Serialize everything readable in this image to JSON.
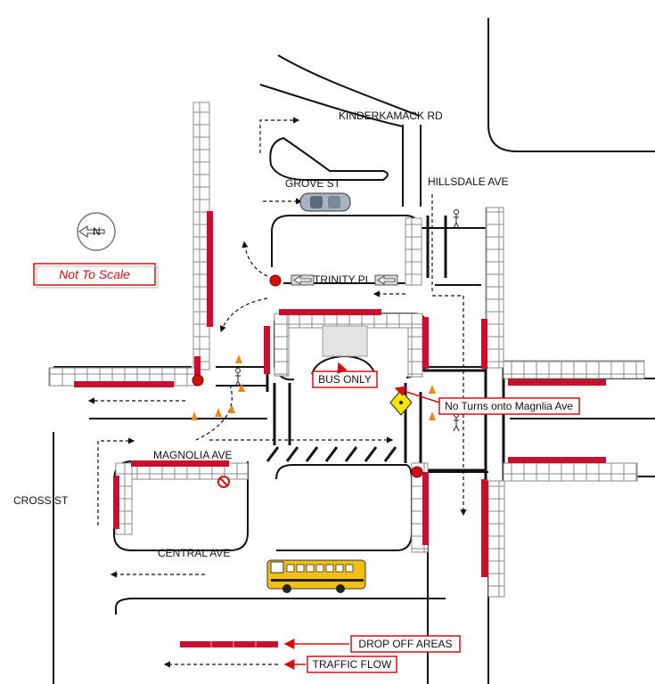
{
  "streets": {
    "kinderkamack": "KINDERKAMACK RD",
    "grove": "GROVE ST",
    "hillsdale": "HILLSDALE AVE",
    "trinity": "TRINITY PL",
    "magnolia": "MAGNOLIA AVE",
    "central": "CENTRAL AVE",
    "cross": "CROSS ST"
  },
  "compass": {
    "label": "N",
    "icon": "north-arrow-icon"
  },
  "scale_note": {
    "text": "Not To Scale",
    "color": "#d01010"
  },
  "callouts": {
    "bus_only": "BUS ONLY",
    "no_turns": "No Turns onto Magnlia Ave"
  },
  "legend": {
    "drop_off": "DROP OFF AREAS",
    "traffic_flow": "TRAFFIC FLOW"
  },
  "colors": {
    "drop_off": "#c8102e",
    "road": "#111111",
    "callout_border": "#d01010",
    "bus": "#f2c014",
    "cone": "#e8891c"
  }
}
